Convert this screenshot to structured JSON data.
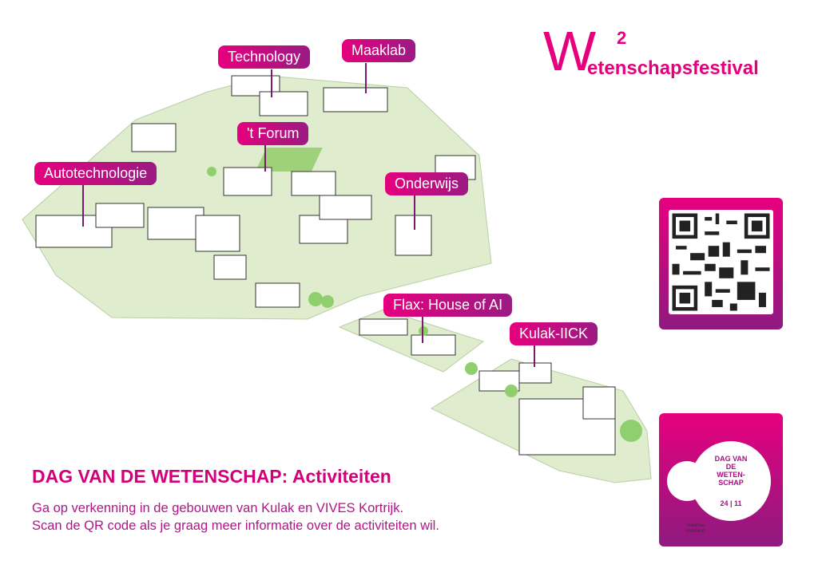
{
  "brand": {
    "letter": "W",
    "superscript": "2",
    "rest": "etenschapsfestival"
  },
  "locations": [
    {
      "id": "technology",
      "label": "Technology"
    },
    {
      "id": "maaklab",
      "label": "Maaklab"
    },
    {
      "id": "forum",
      "label": "'t Forum"
    },
    {
      "id": "autotechnologie",
      "label": "Autotechnologie"
    },
    {
      "id": "onderwijs",
      "label": "Onderwijs"
    },
    {
      "id": "flax",
      "label": "Flax: House of AI"
    },
    {
      "id": "kulak",
      "label": "Kulak-IICK"
    }
  ],
  "logo": {
    "partner": "Vlaamse overheid",
    "event_lines": [
      "DAG VAN DE",
      "WETEN-",
      "SCHAP"
    ],
    "date": "24 | 11"
  },
  "title": "DAG VAN DE WETENSCHAP: Activiteiten",
  "description": [
    "Ga op verkenning in de gebouwen van Kulak en VIVES Kortrijk.",
    "Scan de QR code als je graag meer informatie over de activiteiten wil."
  ],
  "colors": {
    "magenta": "#e6007e",
    "purple": "#8e1a7f",
    "grass": "#dcebc8"
  }
}
